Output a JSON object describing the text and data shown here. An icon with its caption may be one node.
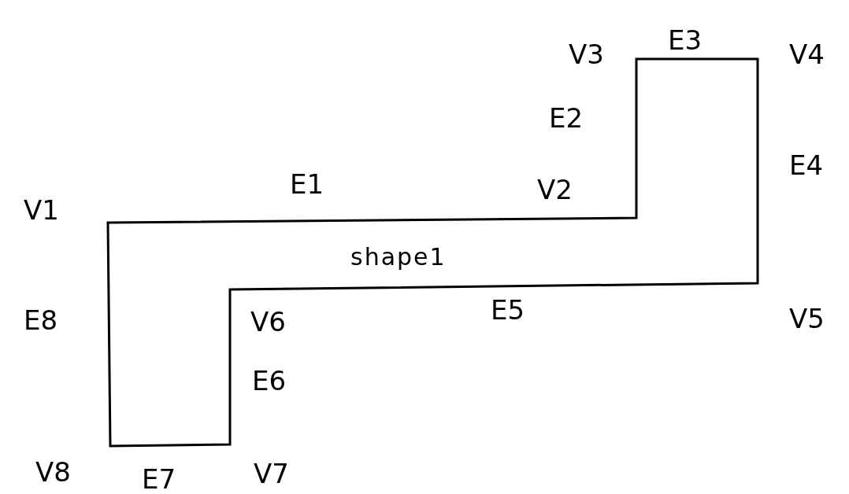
{
  "diagram": {
    "nodes": [
      {
        "text": [
          "shape1"
        ]
      }
    ],
    "labels": [
      "V3",
      "E3",
      "V4",
      "E2",
      "E4",
      "E1",
      "V2",
      "V1",
      "E8",
      "V6",
      "E5",
      "V5",
      "E6",
      "V8",
      "E7",
      "V7"
    ]
  }
}
